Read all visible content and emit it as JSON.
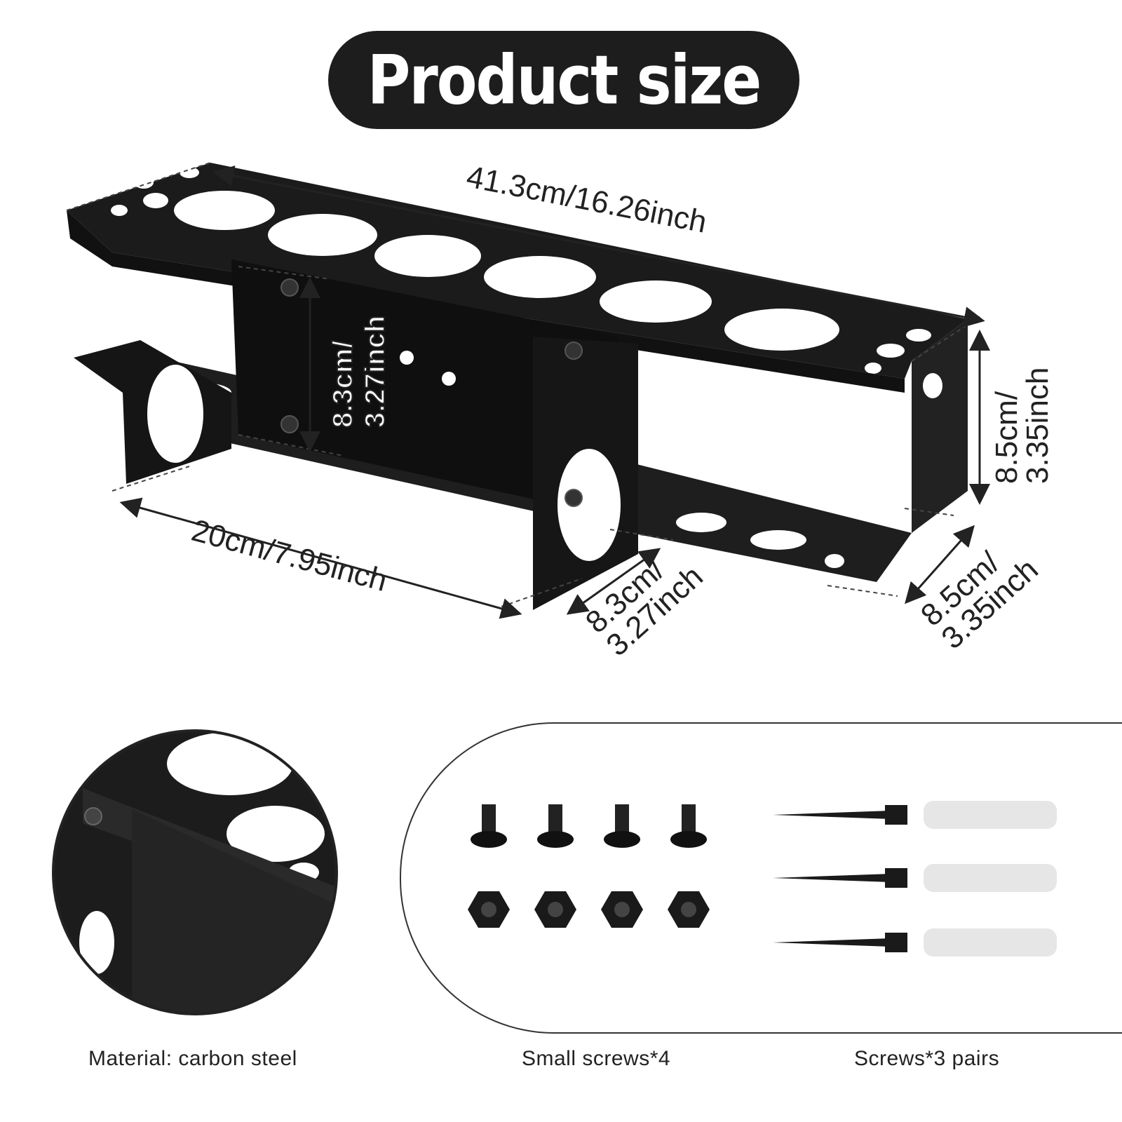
{
  "title": "Product size",
  "dimensions": {
    "length": "41.3cm/16.26inch",
    "depth_front": "20cm/7.95inch",
    "inner_height_line1": "8.3cm/",
    "inner_height_line2": "3.27inch",
    "right_height_line1": "8.5cm/",
    "right_height_line2": "3.35inch",
    "bracket_depth_line1": "8.3cm/",
    "bracket_depth_line2": "3.27inch",
    "right_depth_line1": "8.5cm/",
    "right_depth_line2": "3.35inch"
  },
  "captions": {
    "material": "Material: carbon steel",
    "small_screws": "Small screws*4",
    "screws_pairs": "Screws*3 pairs"
  },
  "colors": {
    "metal": "#1b1b1b",
    "pill": "#1d1d1d",
    "anchor": "#e6e6e6"
  }
}
